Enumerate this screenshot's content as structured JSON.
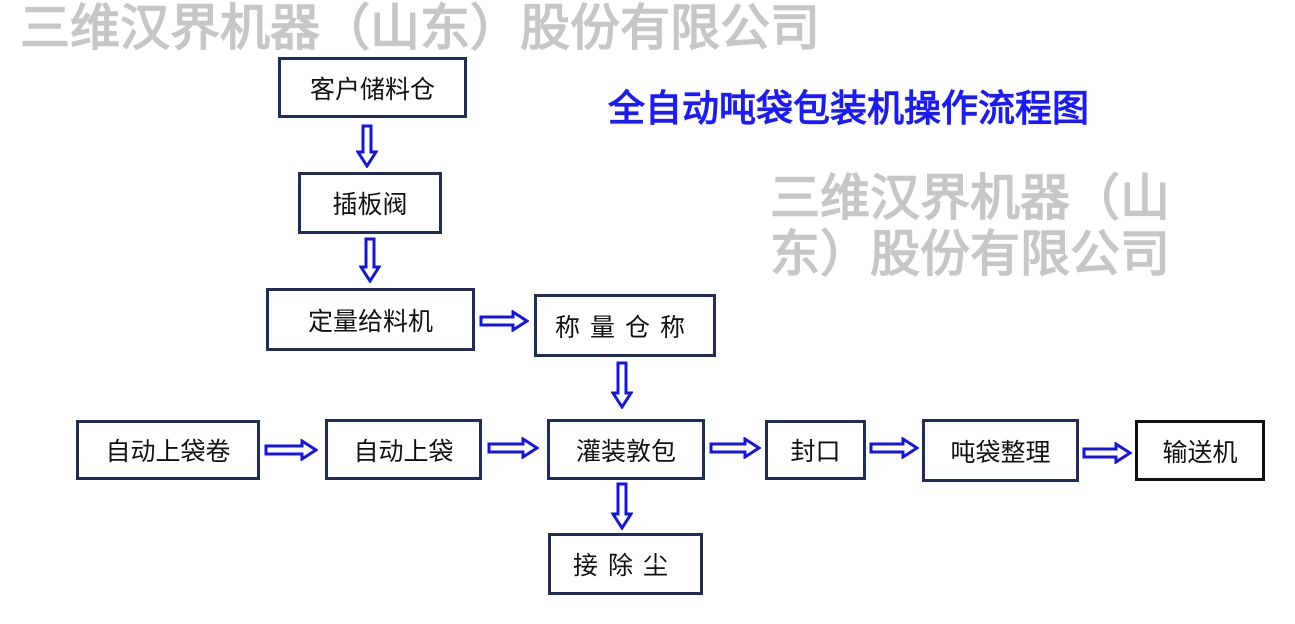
{
  "title": "全自动吨袋包装机操作流程图",
  "nodes": {
    "customer_silo": "客户储料仓",
    "gate_valve": "插板阀",
    "dosing_feeder": "定量给料机",
    "weighing_bin": "称量仓称",
    "bag_roll_loader": "自动上袋卷",
    "auto_bag_loader": "自动上袋",
    "filling": "灌装敦包",
    "dust_collection": "接除尘",
    "sealing": "封口",
    "bag_arranging": "吨袋整理",
    "conveyor": "输送机"
  },
  "watermark": "三维汉界机器（山东）股份有限公司",
  "colors": {
    "arrow": "#1414e6",
    "title": "#1a1aff",
    "box_border": "#1f2d5c"
  }
}
